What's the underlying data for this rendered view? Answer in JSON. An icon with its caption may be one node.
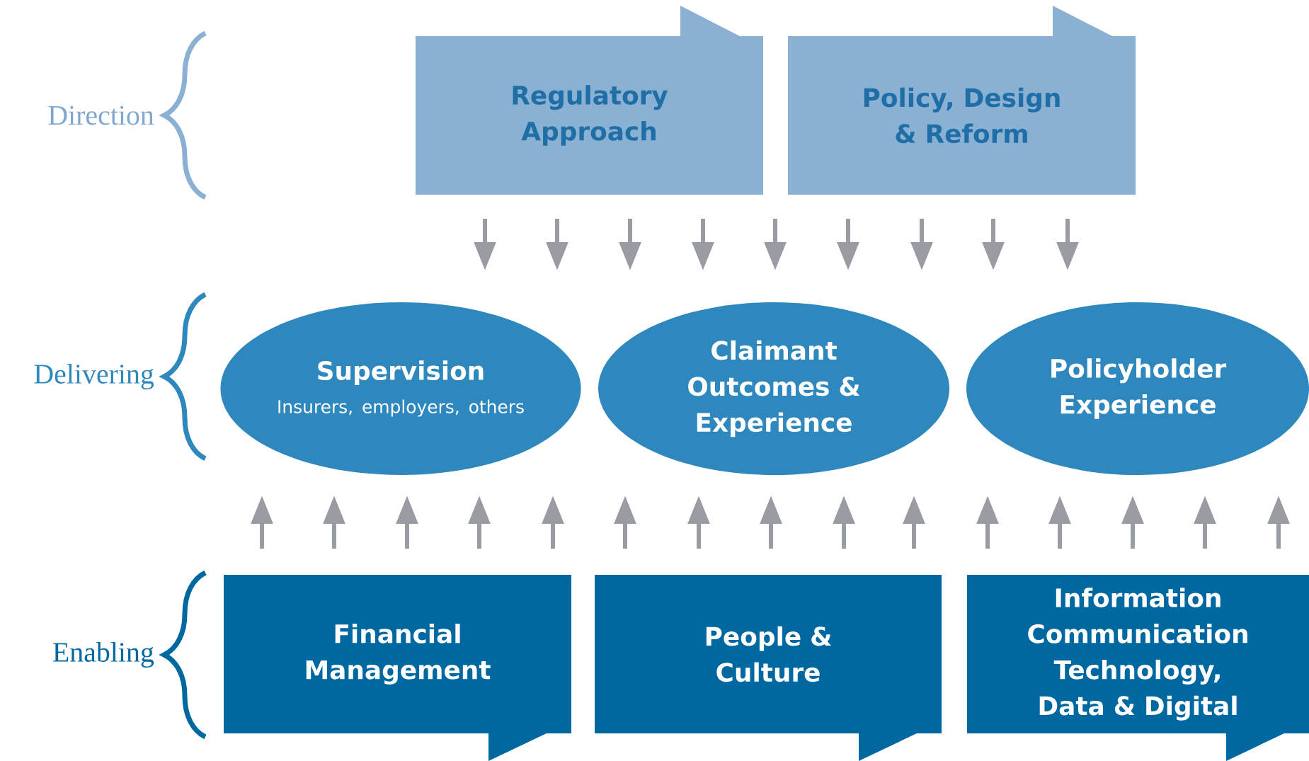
{
  "diagram": {
    "nodes": [
      {
        "text": [
          "Regulatory Approach"
        ]
      },
      {
        "text": [
          "Policy, Design & Reform"
        ]
      },
      {
        "text": [
          "Supervision",
          "Insurers, employers, others"
        ]
      },
      {
        "text": [
          "Claimant Outcomes & Experience"
        ]
      },
      {
        "text": [
          "Policyholder Experience"
        ]
      },
      {
        "text": [
          "Financial Management"
        ]
      },
      {
        "text": [
          "People & Culture"
        ]
      },
      {
        "text": [
          "Information Communication Technology, Data & Digital"
        ]
      }
    ],
    "labels": [
      "Direction",
      "Delivering",
      "Enabling"
    ]
  }
}
